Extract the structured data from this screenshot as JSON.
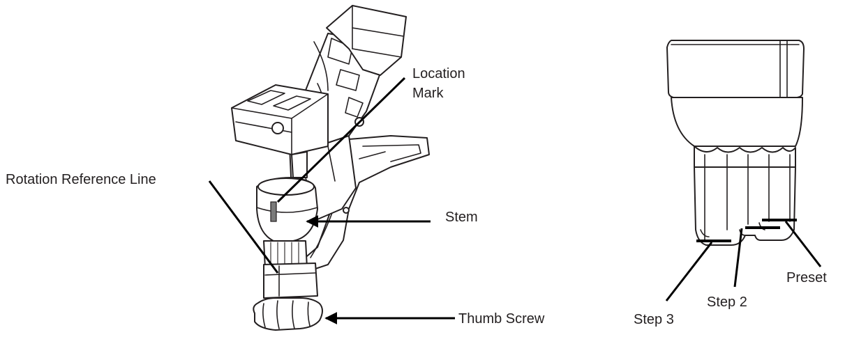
{
  "left_figure": {
    "labels": {
      "location_mark": [
        "Location",
        "Mark"
      ],
      "rotation_reference_line": "Rotation Reference Line",
      "stem": "Stem",
      "thumb_screw": "Thumb Screw"
    }
  },
  "right_figure": {
    "labels": {
      "preset": "Preset",
      "step2": "Step 2",
      "step3": "Step 3"
    }
  }
}
